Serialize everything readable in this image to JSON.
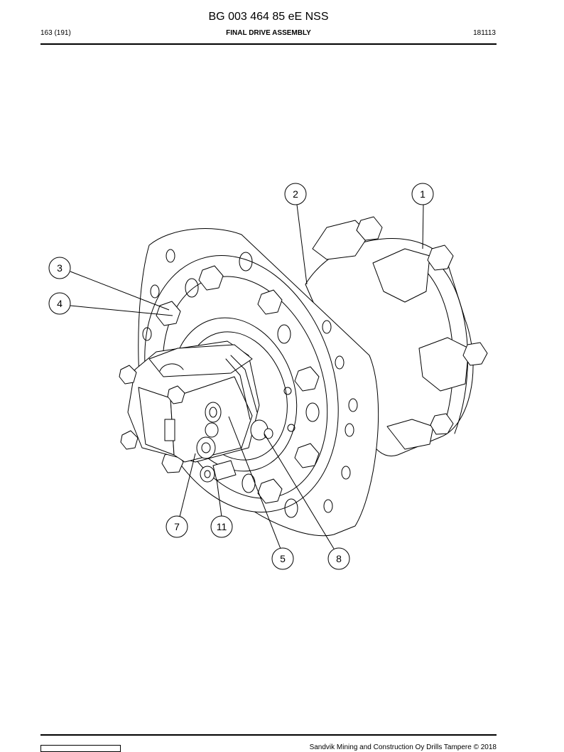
{
  "header": {
    "doc_number": "BG 003 464 85 eE NSS",
    "page": "163 (191)",
    "section_title": "FINAL DRIVE ASSEMBLY",
    "date_code": "181113"
  },
  "drawing": {
    "callouts": [
      {
        "label": "1"
      },
      {
        "label": "2"
      },
      {
        "label": "3"
      },
      {
        "label": "4"
      },
      {
        "label": "7"
      },
      {
        "label": "11"
      },
      {
        "label": "5"
      },
      {
        "label": "8"
      }
    ]
  },
  "footer": {
    "copyright": "Sandvik Mining and Construction Oy Drills Tampere © 2018"
  }
}
